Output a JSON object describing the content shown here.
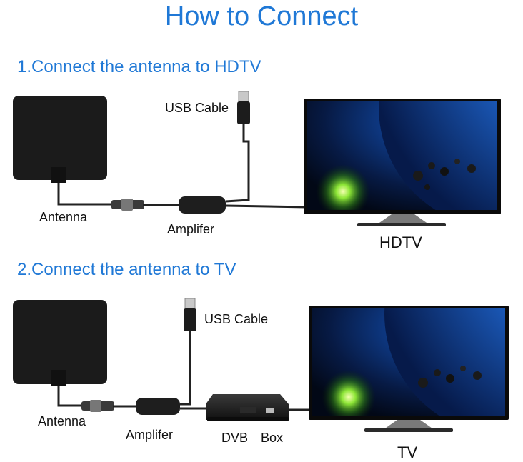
{
  "title": "How to Connect",
  "sections": [
    {
      "heading": "1.Connect the antenna to HDTV",
      "labels": {
        "usb_cable": "USB Cable",
        "antenna": "Antenna",
        "amplifier": "Amplifer",
        "display": "HDTV"
      }
    },
    {
      "heading": "2.Connect the antenna to TV",
      "labels": {
        "usb_cable": "USB Cable",
        "antenna": "Antenna",
        "amplifier": "Amplifer",
        "box_left": "DVB",
        "box_right": "Box",
        "display": "TV"
      }
    }
  ],
  "colors": {
    "title": "#1f78d6",
    "heading": "#1f78d6",
    "text": "#111111",
    "antenna_panel": "#1b1b1b",
    "cable": "#222222"
  },
  "icons": [
    "antenna-panel-icon",
    "usb-plug-icon",
    "amplifier-icon",
    "coax-connector-icon",
    "dvb-box-icon",
    "tv-icon"
  ]
}
